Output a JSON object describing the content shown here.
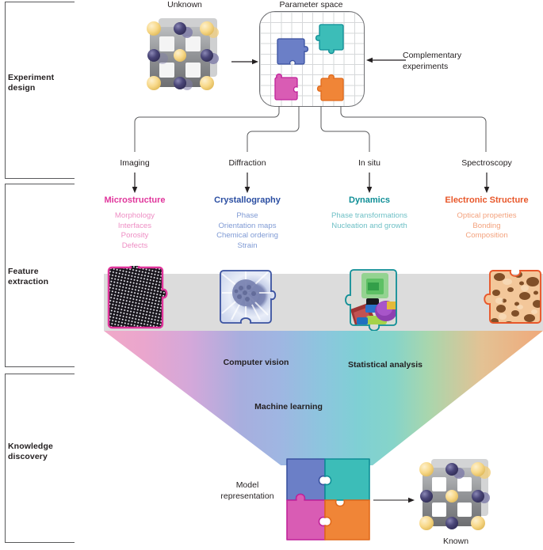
{
  "stages": [
    {
      "id": "experiment-design",
      "label": "Experiment\ndesign",
      "label_line1": "Experiment",
      "label_line2": "design"
    },
    {
      "id": "feature-extraction",
      "label": "Feature\nextraction",
      "label_line1": "Feature",
      "label_line2": "extraction"
    },
    {
      "id": "knowledge-discovery",
      "label": "Knowledge\ndiscovery",
      "label_line1": "Knowledge",
      "label_line2": "discovery"
    }
  ],
  "top": {
    "unknown_label": "Unknown",
    "parameter_space_label": "Parameter space",
    "complementary_line1": "Complementary",
    "complementary_line2": "experiments"
  },
  "branches": [
    {
      "technique": "Imaging",
      "heading": "Microstructure",
      "heading_color": "#e0359b",
      "sub_color": "#ee8ec4",
      "items": [
        "Morphology",
        "Interfaces",
        "Porosity",
        "Defects"
      ]
    },
    {
      "technique": "Diffraction",
      "heading": "Crystallography",
      "heading_color": "#2b4ea2",
      "sub_color": "#7f9ad4",
      "items": [
        "Phase",
        "Orientation maps",
        "Chemical ordering",
        "Strain"
      ]
    },
    {
      "technique": "In situ",
      "heading": "Dynamics",
      "heading_color": "#0e8e96",
      "sub_color": "#6fc0c6",
      "items": [
        "Phase transformations",
        "Nucleation and growth"
      ]
    },
    {
      "technique": "Spectroscopy",
      "heading": "Electronic Structure",
      "heading_color": "#e8572a",
      "sub_color": "#f3a17c",
      "items": [
        "Optical properties",
        "Bonding",
        "Composition"
      ]
    }
  ],
  "funnel_labels": [
    {
      "id": "computer-vision",
      "text": "Computer vision"
    },
    {
      "id": "statistical-analysis",
      "text": "Statistical analysis"
    },
    {
      "id": "machine-learning",
      "text": "Machine learning"
    }
  ],
  "bottom": {
    "model_line1": "Model",
    "model_line2": "representation",
    "known_label": "Known"
  },
  "colors": {
    "puzzle_blue": "#6b7fc7",
    "puzzle_blue_edge": "#3a52a0",
    "puzzle_teal": "#3cbdb8",
    "puzzle_teal_edge": "#0e8e96",
    "puzzle_magenta": "#d95cb4",
    "puzzle_magenta_edge": "#c0229a",
    "puzzle_orange": "#f08537",
    "puzzle_orange_edge": "#e06a1c",
    "band_gray": "#dcdcdc",
    "line_gray": "#58595b",
    "atom_purple": "#4a4678",
    "atom_yellow": "#f8d98a",
    "lattice_gray": "#8d8f92"
  }
}
